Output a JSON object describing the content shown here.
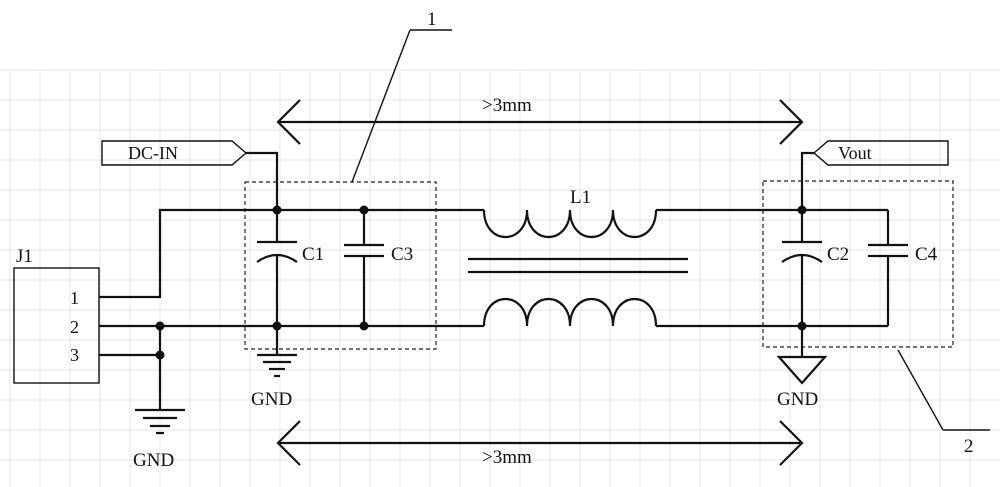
{
  "callouts": {
    "one": "1",
    "two": "2"
  },
  "dimensions": {
    "top": ">3mm",
    "bottom": ">3mm"
  },
  "ports": {
    "input": "DC-IN",
    "output": "Vout"
  },
  "connector": {
    "name": "J1",
    "pins": [
      "1",
      "2",
      "3"
    ]
  },
  "components": {
    "inductor": "L1",
    "c1": "C1",
    "c2": "C2",
    "c3": "C3",
    "c4": "C4"
  },
  "grounds": {
    "left": "GND",
    "mid": "GND",
    "right": "GND"
  }
}
